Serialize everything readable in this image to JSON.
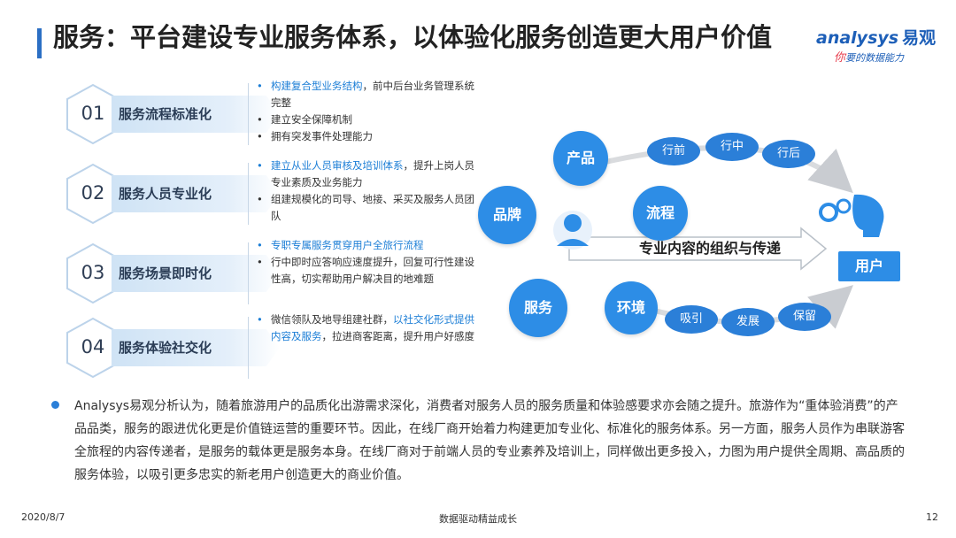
{
  "title": "服务：平台建设专业服务体系，以体验化服务创造更大用户价值",
  "logo": {
    "main": "analysys",
    "cn": "易观",
    "sub_ni": "你",
    "sub_rest": "要的数据能力"
  },
  "rows": [
    {
      "num": "01",
      "label": "服务流程标准化",
      "bullets": [
        {
          "pre": "",
          "hl": "构建复合型业务结构",
          "post": "，前中后台业务管理系统完整"
        },
        {
          "pre": "建立安全保障机制",
          "hl": "",
          "post": ""
        },
        {
          "pre": "拥有突发事件处理能力",
          "hl": "",
          "post": ""
        }
      ]
    },
    {
      "num": "02",
      "label": "服务人员专业化",
      "bullets": [
        {
          "pre": "",
          "hl": "建立从业人员审核及培训体系",
          "post": "，提升上岗人员专业素质及业务能力"
        },
        {
          "pre": "组建规模化的司导、地接、采买及服务人员团队",
          "hl": "",
          "post": ""
        }
      ]
    },
    {
      "num": "03",
      "label": "服务场景即时化",
      "bullets": [
        {
          "pre": "",
          "hl": "专职专属服务贯穿用户全旅行流程",
          "post": ""
        },
        {
          "pre": "行中即时应答响应速度提升，回复可行性建设性高，切实帮助用户解决目的地难题",
          "hl": "",
          "post": ""
        }
      ]
    },
    {
      "num": "04",
      "label": "服务体验社交化",
      "bullets": [
        {
          "pre": "微信领队及地导组建社群，",
          "hl": "以社交化形式提供内容及服务",
          "post": "，拉进商客距离，提升用户好感度"
        }
      ]
    }
  ],
  "diagram": {
    "circles": {
      "product": "产品",
      "process": "流程",
      "brand": "品牌",
      "service": "服务",
      "environment": "环境"
    },
    "ovals_top": [
      "行前",
      "行中",
      "行后"
    ],
    "ovals_bottom": [
      "吸引",
      "发展",
      "保留"
    ],
    "arrow_text": "专业内容的组织与传递",
    "user_label": "用户"
  },
  "summary": "Analysys易观分析认为，随着旅游用户的品质化出游需求深化，消费者对服务人员的服务质量和体验感要求亦会随之提升。旅游作为“重体验消费”的产品品类，服务的跟进优化更是价值链运营的重要环节。因此，在线厂商开始着力构建更加专业化、标准化的服务体系。另一方面，服务人员作为串联游客全旅程的内容传递者，是服务的载体更是服务本身。在线厂商对于前端人员的专业素养及培训上，同样做出更多投入，力图为用户提供全周期、高品质的服务体验，以吸引更多忠实的新老用户创造更大的商业价值。",
  "footer": {
    "date": "2020/8/7",
    "center": "数据驱动精益成长",
    "page": "12"
  },
  "colors": {
    "accent": "#2d8de6",
    "highlight": "#1c7ed6",
    "title_bar": "#2b6fc4"
  }
}
